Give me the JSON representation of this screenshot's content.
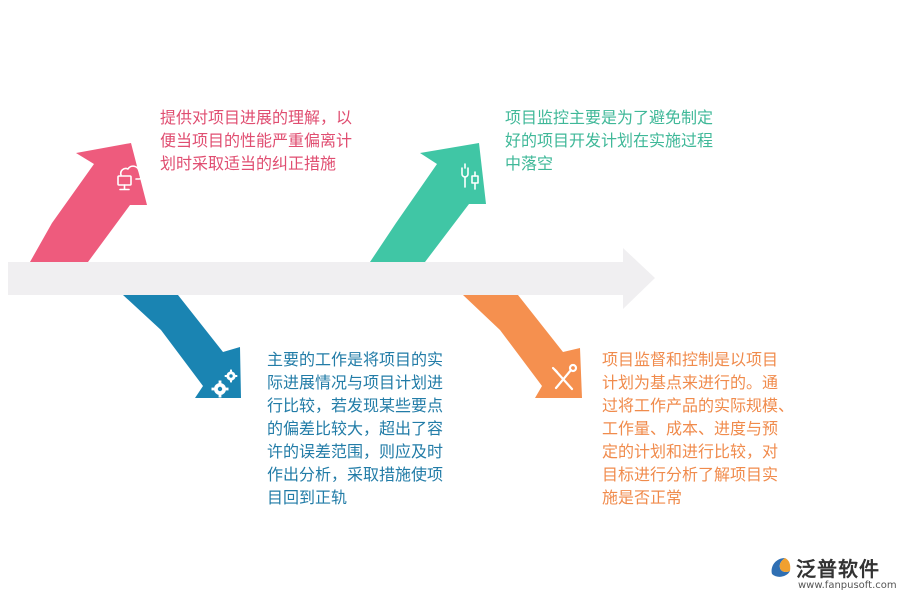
{
  "colors": {
    "background": "#ffffff",
    "spine": "#f0eff1",
    "pink": "#ee5b7d",
    "green": "#40c6a5",
    "blue": "#1a84b2",
    "orange": "#f5904f",
    "pink_text": "#e04e71",
    "green_text": "#3fb898",
    "blue_text": "#227ca7",
    "orange_text": "#f08b4c"
  },
  "items": [
    {
      "id": "pink",
      "icon": "cloud-computer-icon",
      "text": "提供对项目进展的理解，以\n便当项目的性能严重偏离计\n划时采取适当的纠正措施"
    },
    {
      "id": "green",
      "icon": "usb-plug-icon",
      "text": "项目监控主要是为了避免制定\n好的项目开发计划在实施过程\n中落空"
    },
    {
      "id": "blue",
      "icon": "gears-icon",
      "text": "主要的工作是将项目的实\n际进展情况与项目计划进\n行比较，若发现某些要点\n的偏差比较大，超出了容\n许的误差范围，则应及时\n作出分析，采取措施使项\n目回到正轨"
    },
    {
      "id": "orange",
      "icon": "tools-icon",
      "text": "项目监督和控制是以项目\n计划为基点来进行的。通\n过将工作产品的实际规模、\n工作量、成本、进度与预\n定的计划和进行比较，对\n目标进行分析了解项目实\n施是否正常"
    }
  ],
  "logo": {
    "name": "泛普软件",
    "url": "www.fanpusoft.com"
  }
}
